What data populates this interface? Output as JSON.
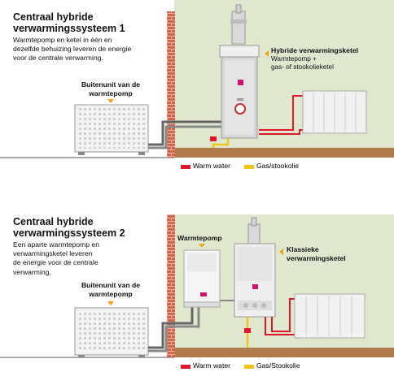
{
  "colors": {
    "wall_green": "#dfe8cf",
    "floor": "#b07a4c",
    "brick": "#c9523a",
    "warm_water": "#e1152b",
    "gas": "#f0c419",
    "arrow": "#f0a21f"
  },
  "system1": {
    "title_line1": "Centraal hybride",
    "title_line2": "verwarmingssysteem 1",
    "desc_line1": "Warmtepomp en ketel in één en",
    "desc_line2": "dezelfde behuizing leveren de energie",
    "desc_line3": "voor de centrale verwarming.",
    "outdoor_label_line1": "Buitenunit van de",
    "outdoor_label_line2": "warmtepomp",
    "boiler_label": "Hybride verwarmingsketel",
    "boiler_sub_line1": "Warmtepomp +",
    "boiler_sub_line2": "gas- of stookolieketel",
    "legend_warm": "Warm water",
    "legend_gas": "Gas/stookolie"
  },
  "system2": {
    "title_line1": "Centraal hybride",
    "title_line2": "verwarmingssysteem 2",
    "desc_line1": "Een aparte warmtepomp en",
    "desc_line2": "verwarmingsketel leveren",
    "desc_line3": "de energie voor de centrale",
    "desc_line4": "verwarming.",
    "outdoor_label_line1": "Buitenunit van de",
    "outdoor_label_line2": "warmtepomp",
    "heatpump_label": "Warmtepomp",
    "boiler_label_line1": "Klassieke",
    "boiler_label_line2": "verwarmingsketel",
    "legend_warm": "Warm water",
    "legend_gas": "Gas/Stookolie"
  }
}
